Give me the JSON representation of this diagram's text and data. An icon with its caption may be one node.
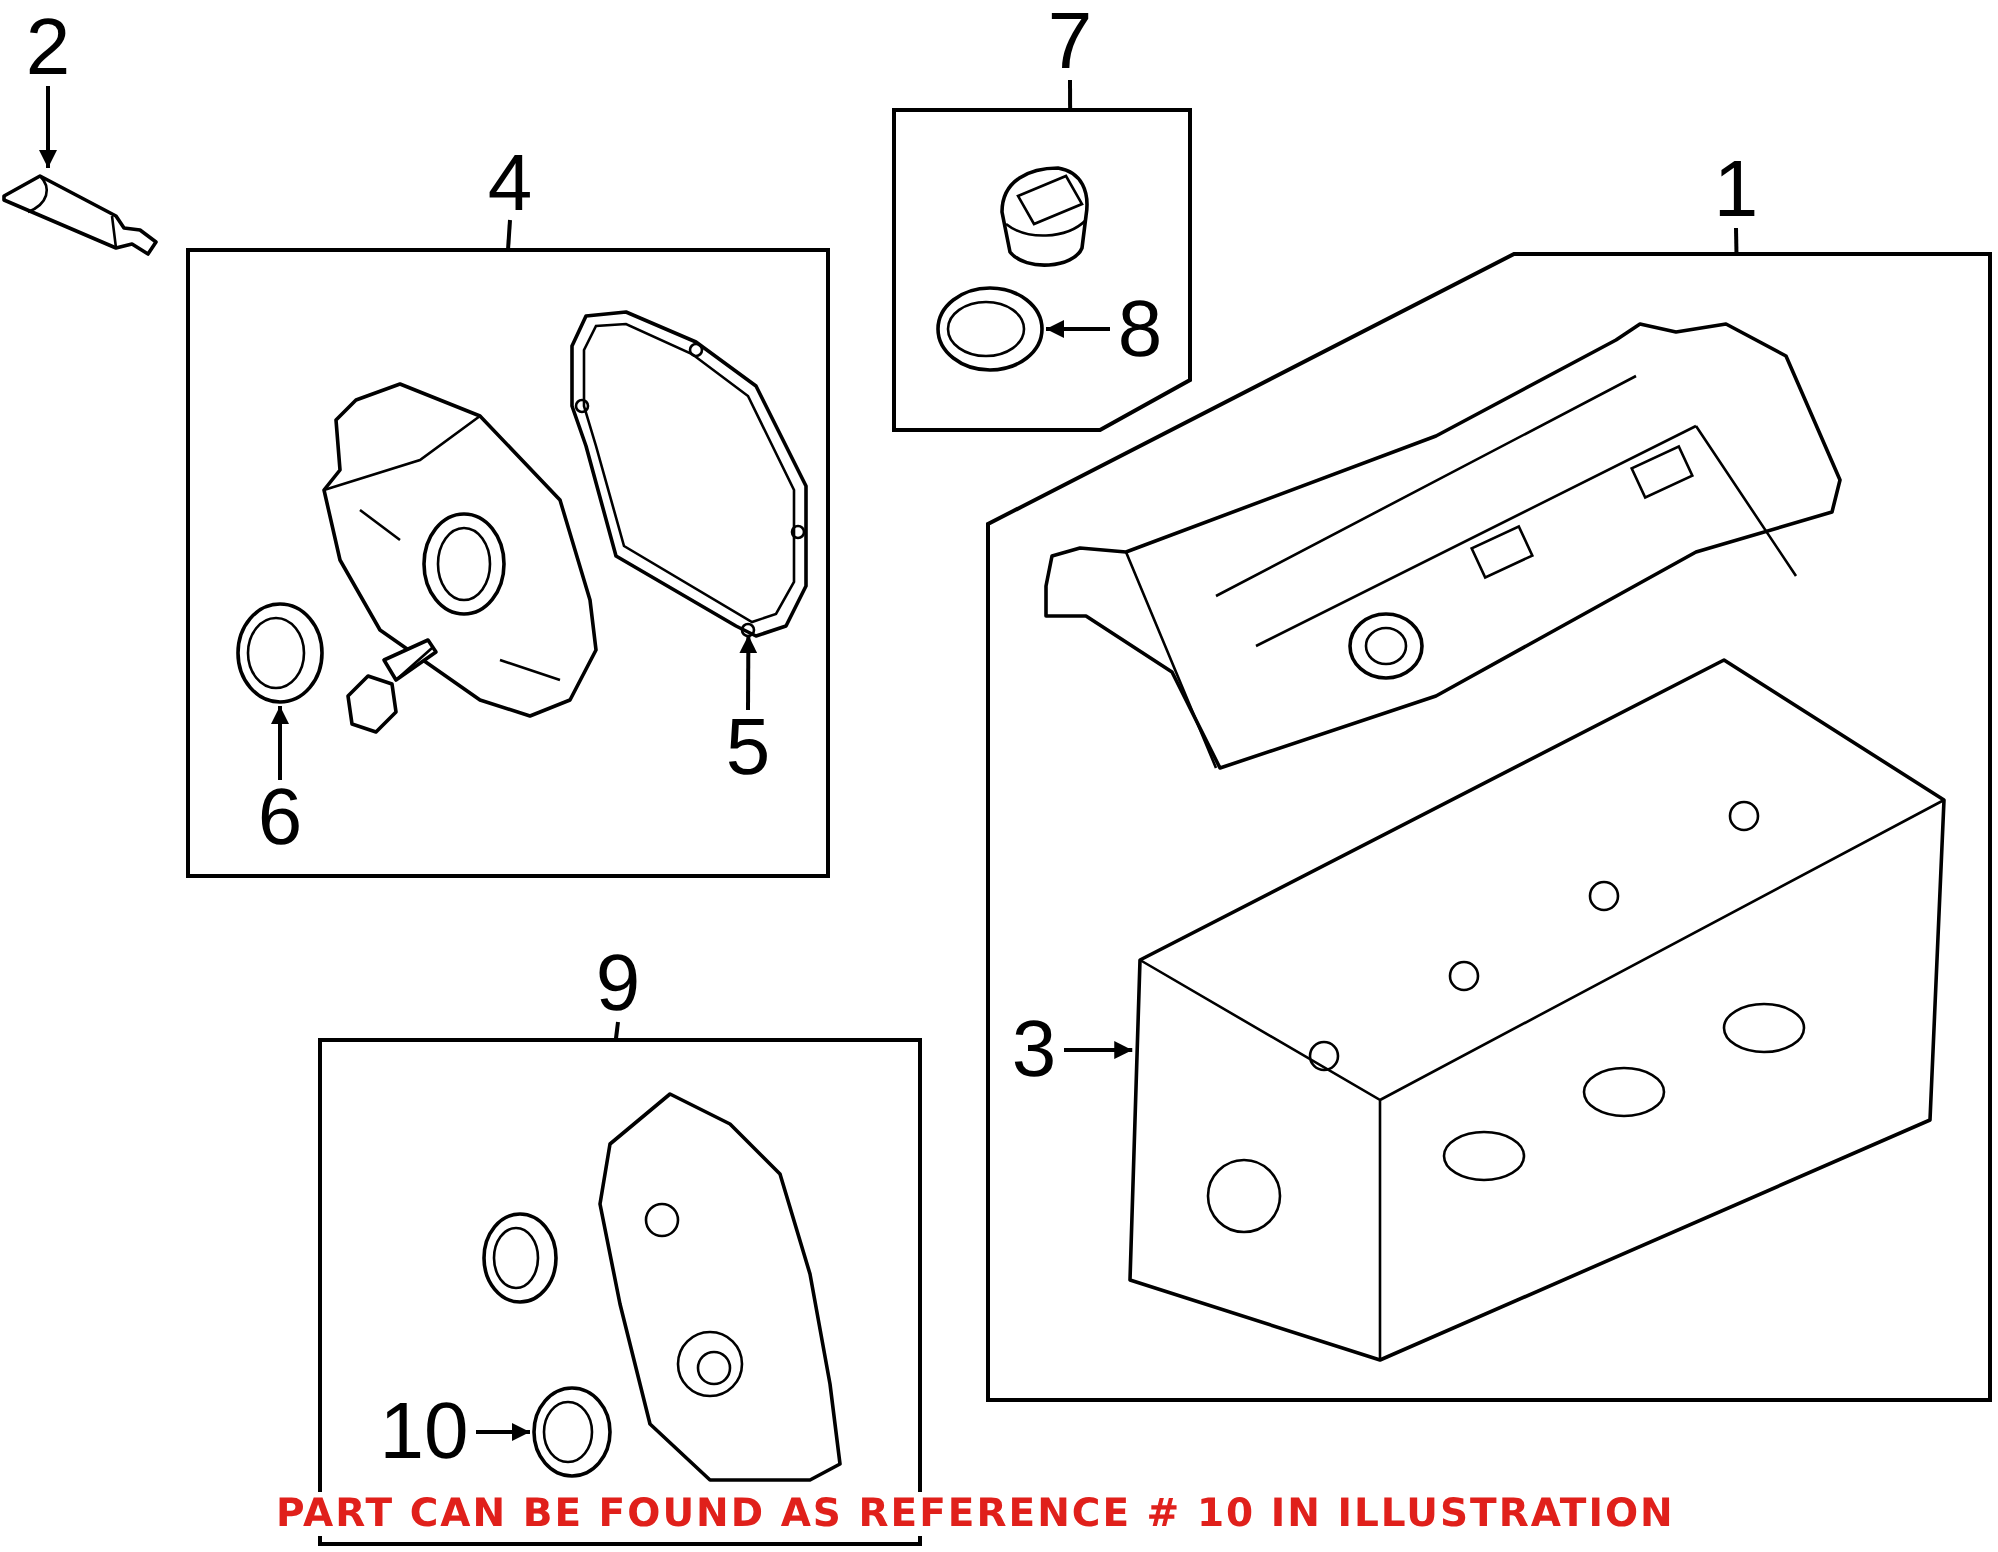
{
  "diagram": {
    "caption": "PART CAN BE FOUND AS REFERENCE # 10 IN ILLUSTRATION",
    "nodes": [
      {
        "text": [
          "2"
        ]
      },
      {
        "text": [],
        "shape": "picture"
      },
      {
        "text": [
          "4"
        ]
      },
      {
        "text": [],
        "shape": "box"
      },
      {
        "text": [],
        "shape": "picture",
        "in": 3
      },
      {
        "text": [],
        "shape": "picture",
        "in": 3
      },
      {
        "text": [],
        "shape": "picture",
        "in": 3
      },
      {
        "text": [],
        "shape": "picture",
        "in": 3
      },
      {
        "text": [
          "5"
        ],
        "in": 3
      },
      {
        "text": [
          "6"
        ],
        "in": 3
      },
      {
        "text": [
          "7"
        ]
      },
      {
        "text": [],
        "shape": "box"
      },
      {
        "text": [],
        "shape": "picture",
        "in": 11
      },
      {
        "text": [],
        "shape": "picture",
        "in": 11
      },
      {
        "text": [
          "8"
        ],
        "in": 11
      },
      {
        "text": [
          "1"
        ]
      },
      {
        "text": [],
        "shape": "box"
      },
      {
        "text": [],
        "shape": "picture",
        "in": 16
      },
      {
        "text": [],
        "shape": "picture",
        "in": 16
      },
      {
        "text": [
          "3"
        ],
        "in": 16
      },
      {
        "text": [
          "9"
        ]
      },
      {
        "text": [],
        "shape": "box"
      },
      {
        "text": [],
        "shape": "picture",
        "in": 21
      },
      {
        "text": [],
        "shape": "picture",
        "in": 21
      },
      {
        "text": [],
        "shape": "picture",
        "in": 21
      },
      {
        "text": [
          "10"
        ],
        "in": 21
      }
    ],
    "edges": [
      {
        "from": 0,
        "to": 1,
        "arrow": "to"
      },
      {
        "from": 2,
        "to": 3,
        "arrow": "none"
      },
      {
        "from": 8,
        "to": 5,
        "arrow": "to"
      },
      {
        "from": 9,
        "to": 6,
        "arrow": "to"
      },
      {
        "from": 10,
        "to": 11,
        "arrow": "none"
      },
      {
        "from": 14,
        "to": 13,
        "arrow": "to"
      },
      {
        "from": 15,
        "to": 16,
        "arrow": "none"
      },
      {
        "from": 19,
        "to": 18,
        "arrow": "to"
      },
      {
        "from": 20,
        "to": 21,
        "arrow": "none"
      },
      {
        "from": 25,
        "to": 24,
        "arrow": "to"
      }
    ]
  }
}
